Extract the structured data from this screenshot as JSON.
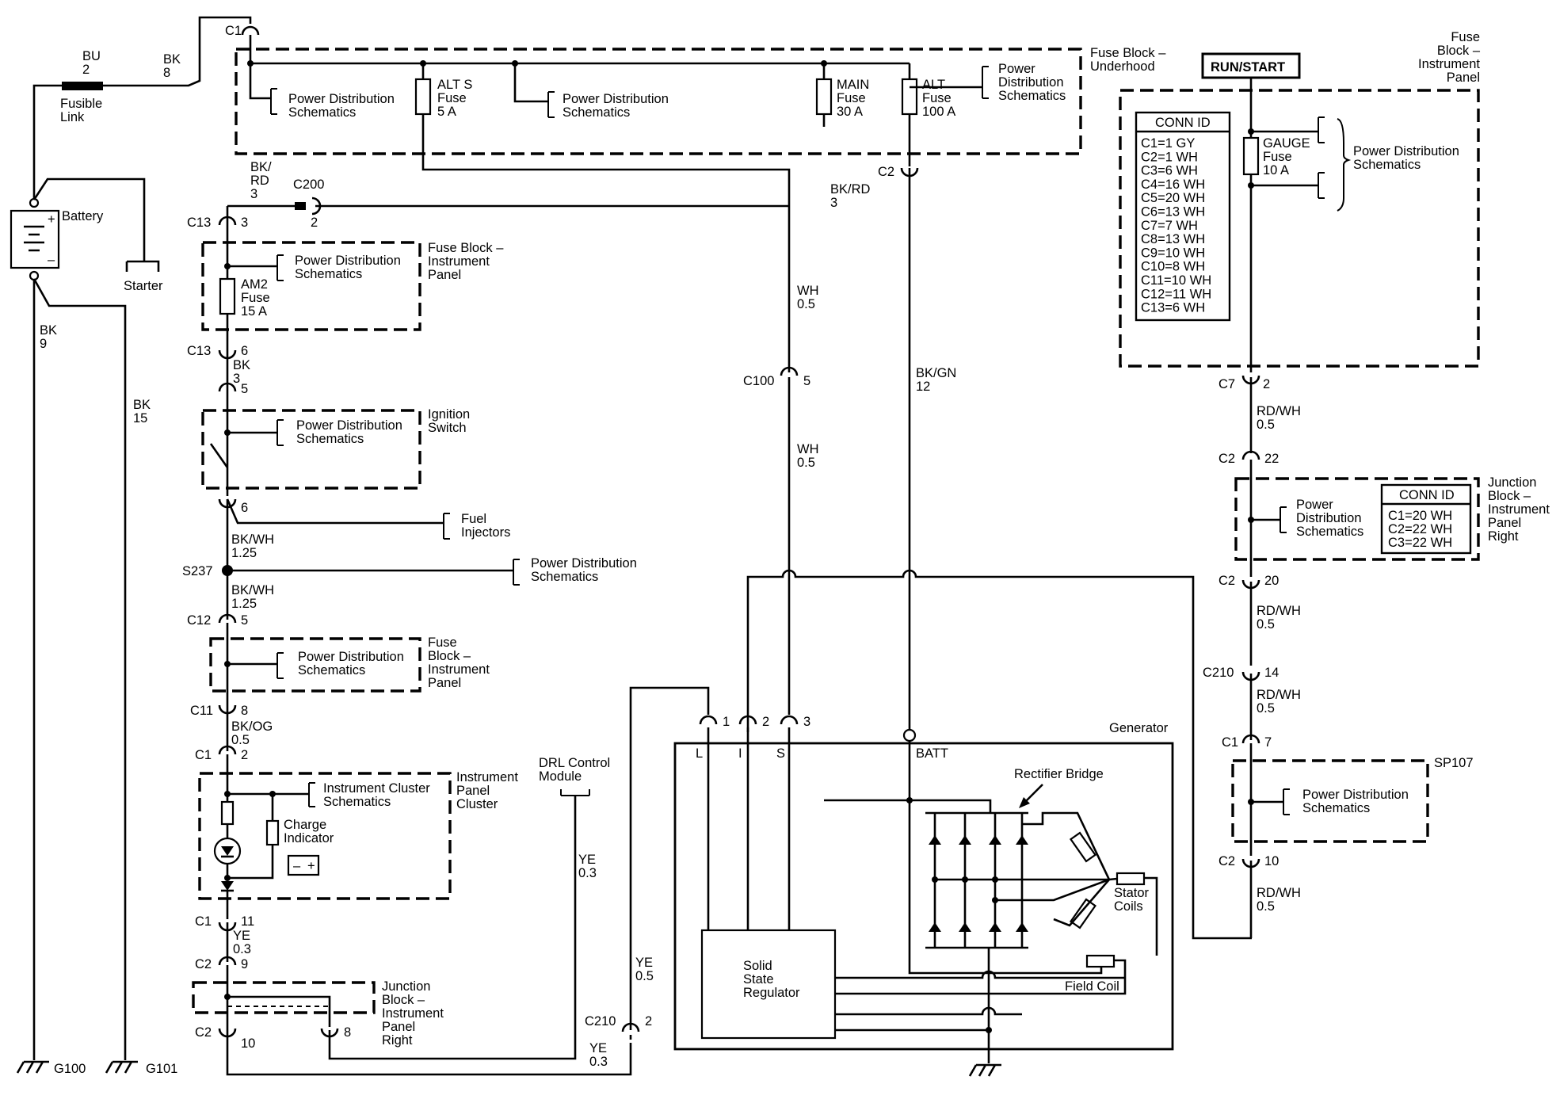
{
  "labels": {
    "fusible_wire_color": "BU",
    "fusible_wire_gauge": "2",
    "bk8_color": "BK",
    "bk8_gauge": "8",
    "fusible_link": "Fusible\nLink",
    "battery": "Battery",
    "starter": "Starter",
    "bk9_color": "BK",
    "bk9_gauge": "9",
    "bk15_color": "BK",
    "bk15_gauge": "15",
    "g100": "G100",
    "g101": "G101",
    "c1_top": "C1",
    "pd1": "Power Distribution\nSchematics",
    "alts_fuse": "ALT S\nFuse\n5 A",
    "pd2": "Power Distribution\nSchematics",
    "main_fuse": "MAIN\nFuse\n30 A",
    "alt_fuse": "ALT\nFuse\n100 A",
    "pd3": "Power\nDistribution\nSchematics",
    "fuse_block_underhood": "Fuse Block –\nUnderhood",
    "bkrd_left": "BK/\nRD\n3",
    "c200": "C200",
    "c200_pin": "2",
    "bkrd_right": "BK/RD\n3",
    "c2_top": "C2",
    "c13a": "C13",
    "c13a_pin": "3",
    "pd_am2": "Power Distribution\nSchematics",
    "am2_fuse": "AM2\nFuse\n15 A",
    "fuse_block_ip1": "Fuse Block –\nInstrument\nPanel",
    "c13b": "C13",
    "c13b_pin": "6",
    "bk3": "BK\n3",
    "pin5a": "5",
    "pd_ign": "Power Distribution\nSchematics",
    "ignition_switch": "Ignition\nSwitch",
    "pin6a": "6",
    "fuel_injectors": "Fuel\nInjectors",
    "bkwh_a": "BK/WH\n1.25",
    "s237": "S237",
    "pd_s237": "Power Distribution\nSchematics",
    "bkwh_b": "BK/WH\n1.25",
    "c12": "C12",
    "c12_pin": "5",
    "pd_fb": "Power Distribution\nSchematics",
    "fuse_block_ip2": "Fuse\nBlock –\nInstrument\nPanel",
    "c11": "C11",
    "c11_pin": "8",
    "bkog": "BK/OG\n0.5",
    "c1_ipc": "C1",
    "c1_ipc_pin": "2",
    "ic_schem": "Instrument Cluster\nSchematics",
    "ipc": "Instrument\nPanel\nCluster",
    "charge_indicator": "Charge\nIndicator",
    "c1_11": "C1",
    "c1_11_pin": "11",
    "ye03a": "YE\n0.3",
    "c2_9": "C2",
    "c2_9_pin": "9",
    "jb_ipr_left": "Junction\nBlock –\nInstrument\nPanel\nRight",
    "c2_10": "C2",
    "c2_10_pin": "10",
    "pin8": "8",
    "drl": "DRL Control\nModule",
    "ye03b": "YE\n0.3",
    "ye05": "YE\n0.5",
    "c210_left": "C210",
    "c210_left_pin": "2",
    "ye03c": "YE\n0.3",
    "wh05a": "WH\n0.5",
    "c100": "C100",
    "c100_pin": "5",
    "wh05b": "WH\n0.5",
    "bkgn": "BK/GN\n12",
    "gen_pin1": "1",
    "gen_pin2": "2",
    "gen_pin3": "3",
    "generator": "Generator",
    "term_l": "L",
    "term_i": "I",
    "term_s": "S",
    "term_batt": "BATT",
    "rectifier_bridge": "Rectifier Bridge",
    "stator_coils": "Stator\nCoils",
    "field_coil": "Field Coil",
    "regulator": "Solid\nState\nRegulator",
    "run_start": "RUN/START",
    "fuse_block_ip_right": "Fuse\nBlock –\nInstrument\nPanel",
    "conn_id_title": "CONN ID",
    "conn_id_rows": [
      "C1=1 GY",
      "C2=1 WH",
      "C3=6 WH",
      "C4=16 WH",
      "C5=20 WH",
      "C6=13 WH",
      "C7=7 WH",
      "C8=13 WH",
      "C9=10 WH",
      "C10=8 WH",
      "C11=10 WH",
      "C12=11 WH",
      "C13=6 WH"
    ],
    "gauge_fuse": "GAUGE\nFuse\n10 A",
    "pd_gauge": "Power Distribution\nSchematics",
    "c7": "C7",
    "c7_pin": "2",
    "rdwh_a": "RD/WH\n0.5",
    "c2_22": "C2",
    "c2_22_pin": "22",
    "pd_jb": "Power\nDistribution\nSchematics",
    "conn_id2_title": "CONN ID",
    "conn_id2_rows": [
      "C1=20 WH",
      "C2=22 WH",
      "C3=22 WH"
    ],
    "jb_ipr_right": "Junction\nBlock –\nInstrument\nPanel\nRight",
    "c2_20": "C2",
    "c2_20_pin": "20",
    "rdwh_b": "RD/WH\n0.5",
    "c210_right": "C210",
    "c210_right_pin": "14",
    "rdwh_c": "RD/WH\n0.5",
    "c1_7": "C1",
    "c1_7_pin": "7",
    "sp107": "SP107",
    "pd_sp107": "Power Distribution\nSchematics",
    "c2_10r": "C2",
    "c2_10r_pin": "10",
    "rdwh_d": "RD/WH\n0.5"
  }
}
